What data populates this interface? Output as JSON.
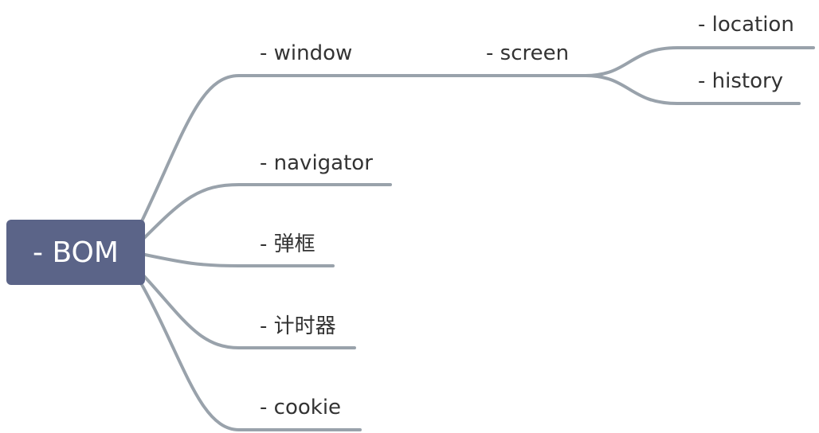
{
  "root": {
    "label": "- BOM"
  },
  "branches": {
    "window": {
      "label": "- window"
    },
    "screen": {
      "label": "- screen"
    },
    "location": {
      "label": "- location"
    },
    "history": {
      "label": "- history"
    },
    "navigator": {
      "label": "- navigator"
    },
    "popup": {
      "label": "- 弹框"
    },
    "timer": {
      "label": "- 计时器"
    },
    "cookie": {
      "label": "- cookie"
    }
  },
  "colors": {
    "root_fill": "#5b6488",
    "connector": "#99a2ab",
    "text": "#333333"
  }
}
